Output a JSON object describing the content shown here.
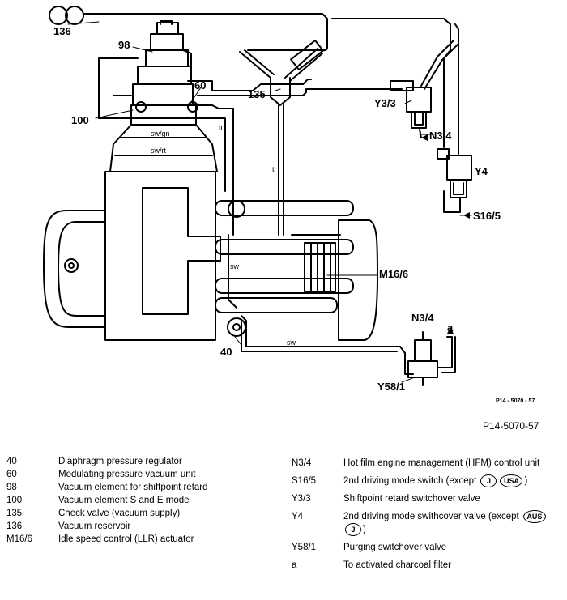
{
  "diagram": {
    "labels": {
      "l136": "136",
      "l98": "98",
      "l60": "60",
      "l100": "100",
      "l135": "135",
      "l40": "40",
      "lM16": "M16/6",
      "lY33": "Y3/3",
      "lN34a": "N3/4",
      "lY4": "Y4",
      "lS165": "S16/5",
      "lN34b": "N3/4",
      "la": "a",
      "lY581": "Y58/1",
      "swgn": "sw/gn",
      "swrt": "sw/rt",
      "tr1": "tr",
      "tr2": "tr",
      "sw1": "sw",
      "sw2": "sw"
    },
    "ref_small": "P14 - 5070 - 57",
    "ref_large": "P14-5070-57"
  },
  "legend": {
    "left": [
      {
        "code": "40",
        "desc": "Diaphragm pressure regulator"
      },
      {
        "code": "60",
        "desc": "Modulating pressure vacuum unit"
      },
      {
        "code": "98",
        "desc": "Vacuum element for shiftpoint retard"
      },
      {
        "code": "100",
        "desc": "Vacuum element S and E mode"
      },
      {
        "code": "135",
        "desc": "Check valve (vacuum supply)"
      },
      {
        "code": "136",
        "desc": "Vacuum reservoir"
      },
      {
        "code": "M16/6",
        "desc": "Idle speed control (LLR) actuator"
      }
    ],
    "right": {
      "n34": {
        "code": "N3/4",
        "desc": "Hot film engine management (HFM) control unit"
      },
      "s165": {
        "code": "S16/5",
        "desc": "2nd driving mode switch (except",
        "badge1": "J",
        "badge2": "USA",
        "tail": ")"
      },
      "y33": {
        "code": "Y3/3",
        "desc": "Shiftpoint retard switchover valve"
      },
      "y4": {
        "code": "Y4",
        "desc": "2nd driving mode swithcover valve (except",
        "badge1": "AUS",
        "badge2": "J",
        "tail": ")"
      },
      "y581": {
        "code": "Y58/1",
        "desc": "Purging switchover valve"
      },
      "a": {
        "code": "a",
        "desc": "To activated charcoal filter"
      }
    }
  }
}
